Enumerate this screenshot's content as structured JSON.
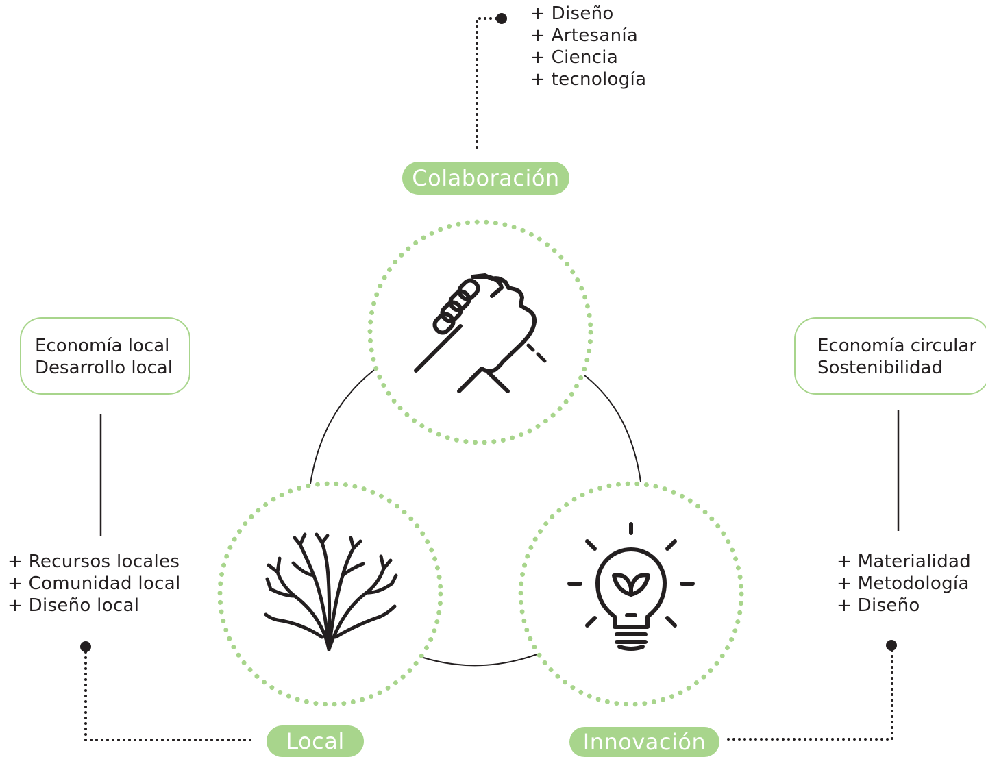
{
  "accent_color": "#a8d58c",
  "line_color": "#231f20",
  "nodes": {
    "colaboracion": {
      "label": "Colaboración",
      "icon": "arm-wrestling-handshake-icon",
      "items": [
        "+ Diseño",
        "+ Artesanía",
        "+ Ciencia",
        "+ tecnología"
      ]
    },
    "local": {
      "label": "Local",
      "icon": "tree-icon",
      "box_lines": [
        "Economía local",
        "Desarrollo local"
      ],
      "items": [
        "+ Recursos locales",
        "+ Comunidad local",
        "+ Diseño local"
      ]
    },
    "innovacion": {
      "label": "Innovación",
      "icon": "lightbulb-leaf-icon",
      "box_lines": [
        "Economía circular",
        "Sostenibilidad"
      ],
      "items": [
        "+ Materialidad",
        "+ Metodología",
        "+ Diseño"
      ]
    }
  }
}
